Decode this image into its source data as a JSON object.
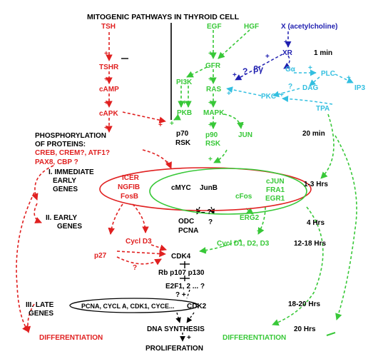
{
  "title": "MITOGENIC PATHWAYS IN THYROID CELL",
  "colors": {
    "camp": "#e02020",
    "growth": "#38c838",
    "muscarinic": "#1f1fb0",
    "pkc": "#33bfe0",
    "neutral": "#000000"
  },
  "nodes": {
    "tsh": "TSH",
    "tshr": "TSHR",
    "camp": "cAMP",
    "capk": "cAPK",
    "egf": "EGF",
    "hgf": "HGF",
    "gfr": "GFR",
    "pi3k": "PI3K",
    "ras": "RAS",
    "pkb": "PKB",
    "mapk": "MAPK",
    "p90": "p90",
    "rsk_green": "RSK",
    "jun": "JUN",
    "p70": "p70",
    "rsk_black": "RSK",
    "ach": "X (acetylcholine)",
    "xr": "XR",
    "galpha": "Gα",
    "plc": "PLC",
    "ip3": "IP3",
    "dag": "DAG",
    "pkc": "PKC",
    "tpa": "TPA",
    "beta_gamma": "βγ",
    "phos1": "PHOSPHORYLATION",
    "phos2": "OF PROTEINS:",
    "creb": "CREB, CREM?, ATF1?",
    "pax8": "PAX8, CBP ?",
    "icer": "ICER",
    "ngfib": "NGFIB",
    "fosb": "FosB",
    "cmyc": "cMYC",
    "junb": "JunB",
    "cfos": "cFos",
    "cjun": "cJUN",
    "fra1": "FRA1",
    "egr1": "EGR1",
    "odc": "ODC",
    "pcna": "PCNA",
    "erg2": "ERG2",
    "p27": "p27",
    "cycl_d3": "Cycl D3",
    "cycl_d123": "Cycl D1, D2, D3",
    "cdk4": "CDK4",
    "rb": "Rb p107 p130",
    "e2f": "E2F1, 2 ... ?",
    "late_genes_list": "PCNA, CYCL A, CDK1, CYCE...",
    "cdk2": "CDK2",
    "dna": "DNA SYNTHESIS",
    "prolif": "PROLIFERATION",
    "diff_red": "DIFFERENTIATION",
    "diff_green": "DIFFERENTIATION"
  },
  "stages": {
    "immediate1": "I. IMMEDIATE",
    "immediate2": "EARLY",
    "immediate3": "GENES",
    "early1": "II. EARLY",
    "early2": "GENES",
    "late1": "III. LATE",
    "late2": "GENES"
  },
  "timeline": {
    "t1": "1 min",
    "t2": "20 min",
    "t3": "1-3 Hrs",
    "t4": "4 Hrs",
    "t5": "12-18 Hrs",
    "t6": "18-20 Hrs",
    "t7": "20 Hrs"
  },
  "marks": {
    "plus": "+",
    "plus_plus": "++",
    "minus": "–",
    "question": "?",
    "minus_q": "– ?",
    "q_plus": "? +"
  }
}
